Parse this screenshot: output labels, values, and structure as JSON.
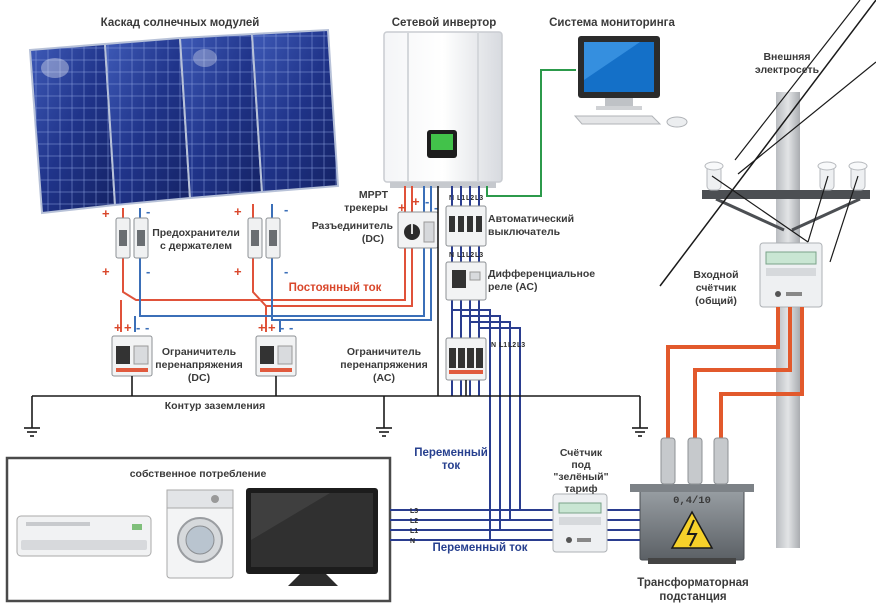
{
  "labels": {
    "solar_modules": "Каскад солнечных модулей",
    "inverter": "Сетевой инвертор",
    "monitoring": "Система мониторинга",
    "grid_l1": "Внешняя",
    "grid_l2": "электросеть",
    "fuses_l1": "Предохранители",
    "fuses_l2": "с держателем",
    "mppt_l1": "MPPT",
    "mppt_l2": "трекеры",
    "disconnector_l1": "Разъединитель",
    "disconnector_l2": "(DC)",
    "auto_breaker_l1": "Автоматический",
    "auto_breaker_l2": "выключатель",
    "diff_relay_l1": "Дифференциальное",
    "diff_relay_l2": "реле (АС)",
    "input_meter_l1": "Входной",
    "input_meter_l2": "счётчик",
    "input_meter_l3": "(общий)",
    "dc_current": "Постоянный ток",
    "spd_dc_l1": "Ограничитель",
    "spd_dc_l2": "перенапряжения",
    "spd_dc_l3": "(DC)",
    "spd_ac_l1": "Ограничитель",
    "spd_ac_l2": "перенапряжения",
    "spd_ac_l3": "(АС)",
    "grounding": "Контур заземления",
    "ac_current_top_l1": "Переменный",
    "ac_current_top_l2": "ток",
    "green_meter_l1": "Счётчик",
    "green_meter_l2": "под",
    "green_meter_l3": "\"зелёный\"",
    "green_meter_l4": "тариф",
    "self_consumption": "собственное потребление",
    "ac_current_bottom": "Переменный ток",
    "transformer_l1": "Трансформаторная",
    "transformer_l2": "подстанция",
    "transformer_ratio": "0,4/10"
  },
  "polarity": {
    "plus": "+",
    "minus": "-"
  },
  "phase_labels": {
    "n": "N",
    "l1": "L1",
    "l2": "L2",
    "l3": "L3"
  },
  "colors": {
    "dc_positive": "#e0523a",
    "dc_negative": "#3b6fb8",
    "ac_phase": "#2a3d8f",
    "monitoring_link": "#2c9a4b",
    "grid_feed": "#e2592c",
    "ground": "#1a1a1a"
  }
}
